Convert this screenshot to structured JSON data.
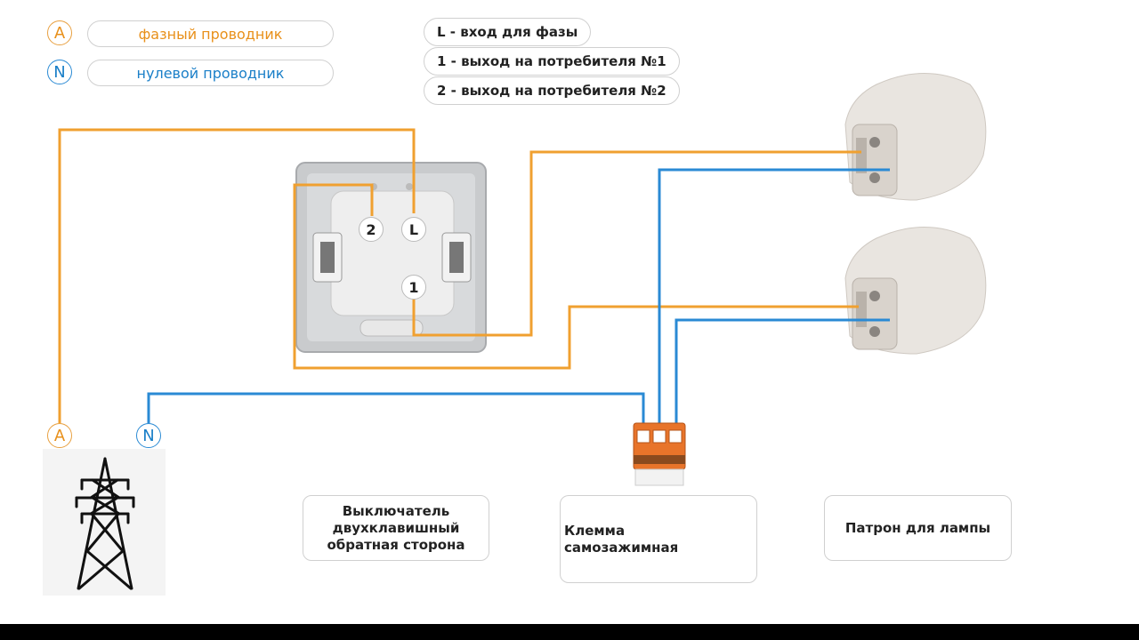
{
  "colors": {
    "phase": "#f0a030",
    "neutral": "#2a8ad4",
    "border": "#d0d0d0"
  },
  "legend": [
    {
      "letter": "A",
      "label": "фазный проводник",
      "color": "#e8901a"
    },
    {
      "letter": "N",
      "label": "нулевой проводник",
      "color": "#1a7fc8"
    }
  ],
  "terminals_legend": [
    "L - вход для фазы",
    "1 - выход на потребителя №1",
    "2 - выход на потребителя №2"
  ],
  "switch_terminals": {
    "t2": "2",
    "tl": "L",
    "t1": "1"
  },
  "source_labels": {
    "phase": "A",
    "neutral": "N"
  },
  "captions": {
    "switch": [
      "Выключатель",
      "двухклавишный",
      "обратная сторона"
    ],
    "clamp": [
      "Клемма",
      "самозажимная"
    ],
    "lamp": "Патрон для лампы"
  },
  "icons": [
    "power-tower-icon",
    "lamp-socket-icon",
    "wago-clamp-icon",
    "switch-mechanism-icon"
  ]
}
